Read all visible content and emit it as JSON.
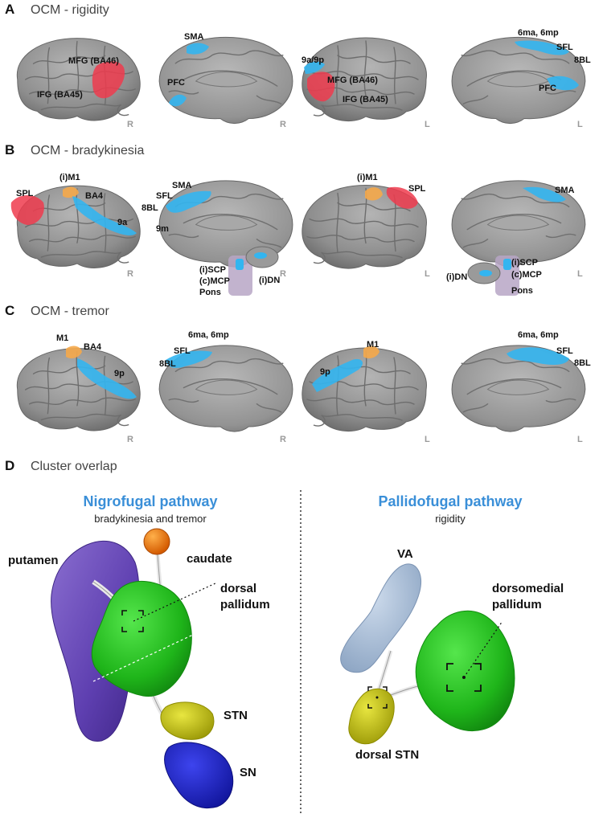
{
  "panels": {
    "A": {
      "letter": "A",
      "title": "OCM - rigidity"
    },
    "B": {
      "letter": "B",
      "title": "OCM - bradykinesia"
    },
    "C": {
      "letter": "C",
      "title": "OCM - tremor"
    },
    "D": {
      "letter": "D",
      "title": "Cluster overlap"
    }
  },
  "hemi": {
    "right": "R",
    "left": "L"
  },
  "labels": {
    "A": {
      "mfg": "MFG (BA46)",
      "ifg": "IFG (BA45)",
      "sma": "SMA",
      "pfc1": "PFC",
      "n9a9p": "9a/9p",
      "mfg2": "MFG (BA46)",
      "ifg2": "IFG (BA45)",
      "n6ma": "6ma, 6mp",
      "sfl": "SFL",
      "n8bl": "8BL",
      "pfc2": "PFC"
    },
    "B": {
      "spl": "SPL",
      "im1": "(i)M1",
      "ba4": "BA4",
      "n9a": "9a",
      "sma": "SMA",
      "sfl": "SFL",
      "n8bl": "8BL",
      "n9m": "9m",
      "iscp": "(i)SCP",
      "cmcp": "(c)MCP",
      "pons": "Pons",
      "idn": "(i)DN",
      "im1b": "(i)M1",
      "splb": "SPL",
      "sma2": "SMA",
      "idn2": "(i)DN",
      "iscp2": "(i)SCP",
      "cmcp2": "(c)MCP",
      "pons2": "Pons"
    },
    "C": {
      "m1": "M1",
      "ba4": "BA4",
      "n9p": "9p",
      "n6ma": "6ma, 6mp",
      "sfl": "SFL",
      "n8bl": "8BL",
      "m1b": "M1",
      "n9pb": "9p",
      "n6ma2": "6ma, 6mp",
      "sfl2": "SFL",
      "n8bl2": "8BL"
    }
  },
  "overlap": {
    "nigro": {
      "title": "Nigrofugal pathway",
      "subtitle": "bradykinesia and tremor",
      "putamen": "putamen",
      "caudate": "caudate",
      "dorsal": "dorsal",
      "pallidum": "pallidum",
      "stn": "STN",
      "sn": "SN"
    },
    "pallido": {
      "title": "Pallidofugal pathway",
      "subtitle": "rigidity",
      "va": "VA",
      "dorsomedial": "dorsomedial",
      "pallidum": "pallidum",
      "dorsal_stn": "dorsal STN"
    }
  },
  "colors": {
    "cortex": "#9a9a9a",
    "cortex_dark": "#6e6e6e",
    "cluster_blue": "#33b5f0",
    "cluster_red": "#ee3b4e",
    "cluster_orange": "#f5a84a",
    "putamen": "#6a4bb6",
    "pallidum": "#22c21c",
    "caudate": "#ef7a10",
    "stn": "#c9c712",
    "sn": "#1f23c9",
    "va": "#a9bfd9",
    "pathway_blue": "#3a8fd8"
  }
}
